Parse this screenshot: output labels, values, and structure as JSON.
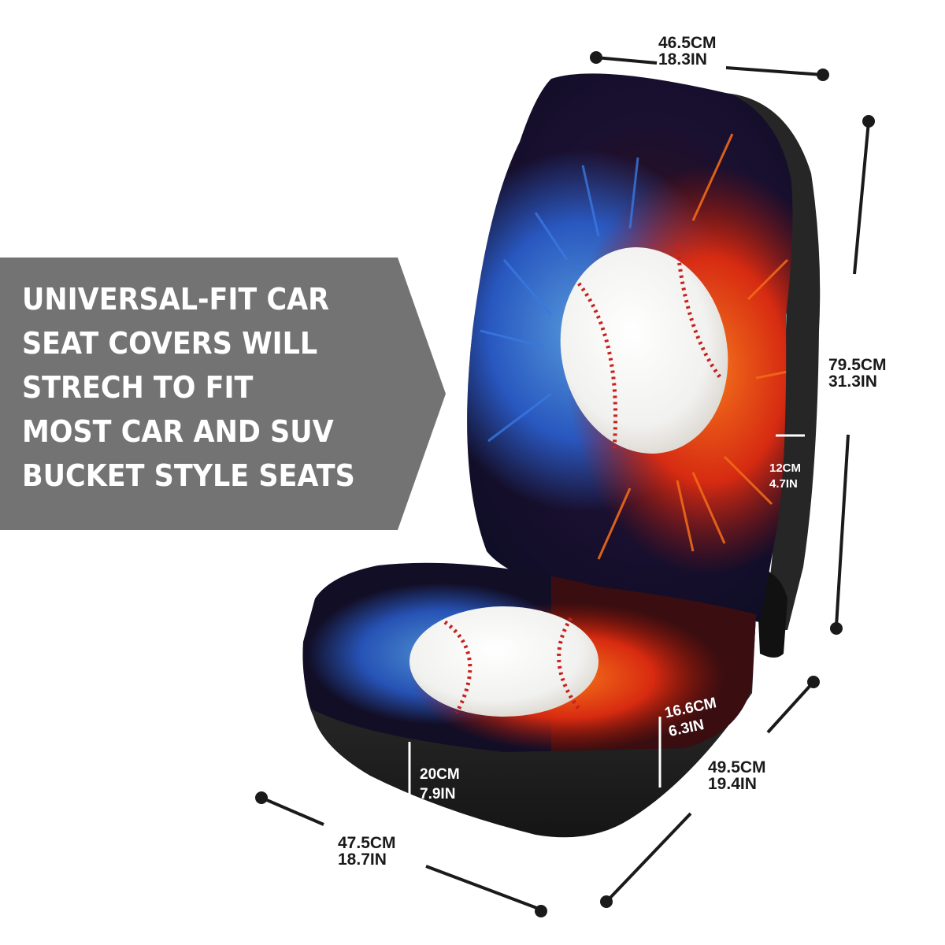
{
  "banner": {
    "lines": [
      "UNIVERSAL-FIT CAR",
      "SEAT COVERS WILL",
      "STRECH TO FIT",
      "MOST CAR AND SUV",
      "BUCKET STYLE SEATS"
    ],
    "background_color": "#737373",
    "text_color": "#ffffff"
  },
  "product": {
    "pattern": "baseball-splash",
    "colors": {
      "background": "#0f0f2a",
      "blue_splash": "#2f6fd6",
      "red_splash": "#e23a14",
      "orange_splash": "#f08a1a",
      "ball": "#f4f4f2",
      "stitching": "#c8201c",
      "side_panel": "#2a2a2a"
    }
  },
  "dimensions": {
    "top_width": {
      "cm": "46.5CM",
      "in": "18.3IN"
    },
    "total_height": {
      "cm": "79.5CM",
      "in": "31.3IN"
    },
    "side_depth": {
      "cm": "12CM",
      "in": "4.7IN"
    },
    "seat_side_height": {
      "cm": "16.6CM",
      "in": "6.3IN"
    },
    "seat_front_height": {
      "cm": "20CM",
      "in": "7.9IN"
    },
    "seat_depth": {
      "cm": "49.5CM",
      "in": "19.4IN"
    },
    "seat_width": {
      "cm": "47.5CM",
      "in": "18.7IN"
    }
  }
}
